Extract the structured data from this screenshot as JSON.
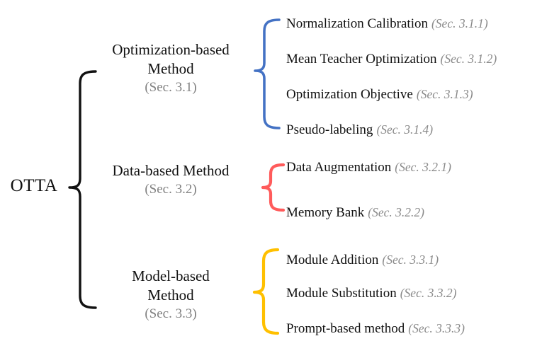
{
  "diagram": {
    "type": "taxonomy-tree",
    "root": {
      "label": "OTTA"
    },
    "colors": {
      "root_brace": "#111111",
      "branch_1_brace": "#4472C4",
      "branch_2_brace": "#FF5B5B",
      "branch_3_brace": "#FFC000",
      "text": "#111111",
      "section_ref": "#808080"
    },
    "branches": [
      {
        "title": "Optimization-based Method",
        "title_line_1": "Optimization-based",
        "title_line_2": "Method",
        "section": "(Sec. 3.1)",
        "brace_color": "#4472C4",
        "leaves": [
          {
            "title": "Normalization Calibration",
            "section": "(Sec. 3.1.1)"
          },
          {
            "title": "Mean Teacher Optimization",
            "section": "(Sec. 3.1.2)"
          },
          {
            "title": "Optimization Objective",
            "section": "(Sec. 3.1.3)"
          },
          {
            "title": "Pseudo-labeling",
            "section": "(Sec. 3.1.4)"
          }
        ]
      },
      {
        "title": "Data-based Method",
        "title_line_1": "Data-based Method",
        "title_line_2": "",
        "section": "(Sec. 3.2)",
        "brace_color": "#FF5B5B",
        "leaves": [
          {
            "title": "Data Augmentation",
            "section": "(Sec. 3.2.1)"
          },
          {
            "title": "Memory Bank",
            "section": "(Sec. 3.2.2)"
          }
        ]
      },
      {
        "title": "Model-based Method",
        "title_line_1": "Model-based",
        "title_line_2": "Method",
        "section": "(Sec. 3.3)",
        "brace_color": "#FFC000",
        "leaves": [
          {
            "title": "Module Addition",
            "section": "(Sec. 3.3.1)"
          },
          {
            "title": "Module Substitution",
            "section": "(Sec. 3.3.2)"
          },
          {
            "title": "Prompt-based method",
            "section": "(Sec. 3.3.3)"
          }
        ]
      }
    ]
  }
}
